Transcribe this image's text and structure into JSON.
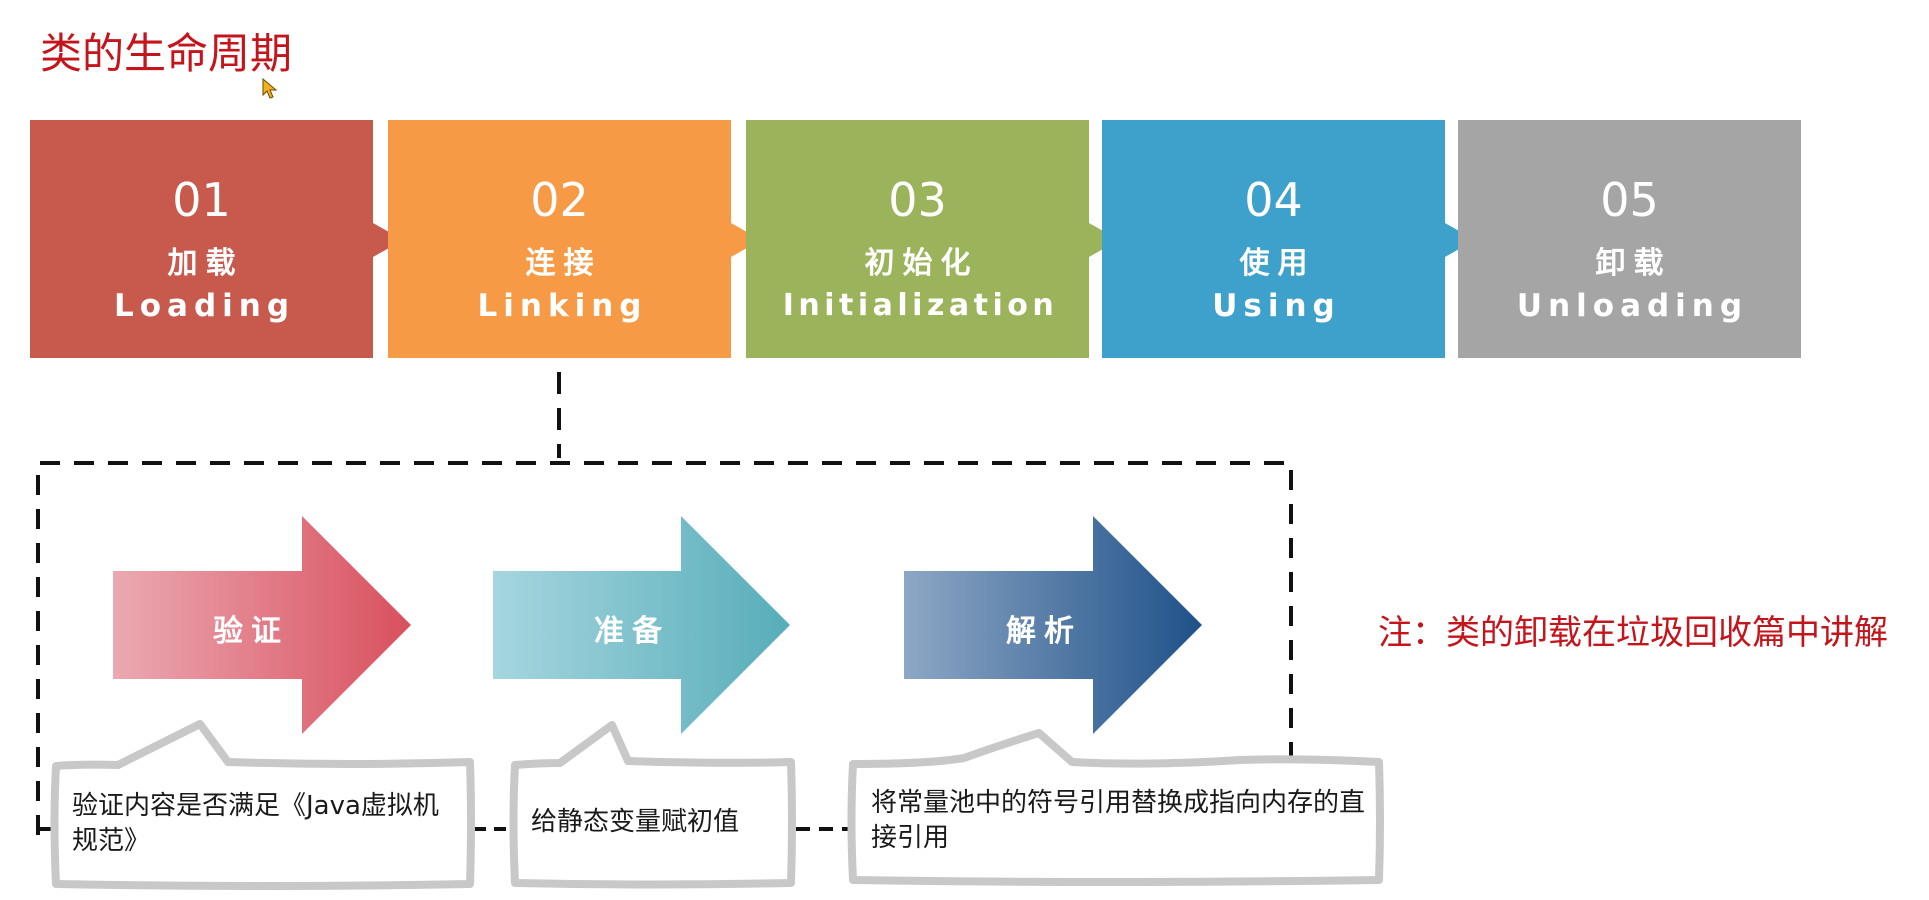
{
  "title": "类的生命周期",
  "stages": [
    {
      "number": "01",
      "name_cn": "加载",
      "name_en": "Loading",
      "color": "#c85a4d"
    },
    {
      "number": "02",
      "name_cn": "连接",
      "name_en": "Linking",
      "color": "#f79a45"
    },
    {
      "number": "03",
      "name_cn": "初始化",
      "name_en": "Initialization",
      "color": "#9bb35a"
    },
    {
      "number": "04",
      "name_cn": "使用",
      "name_en": "Using",
      "color": "#3ea1cb"
    },
    {
      "number": "05",
      "name_cn": "卸载",
      "name_en": "Unloading",
      "color": "#a5a5a5"
    }
  ],
  "linking_steps": [
    {
      "label": "验证",
      "description": "验证内容是否满足《Java虚拟机规范》",
      "color_start": "#eba9b2",
      "color_end": "#d9505e"
    },
    {
      "label": "准备",
      "description": "给静态变量赋初值",
      "color_start": "#a6d6df",
      "color_end": "#57adb9"
    },
    {
      "label": "解析",
      "description": "将常量池中的符号引用替换成指向内存的直接引用",
      "color_start": "#8ea7c5",
      "color_end": "#1e5189"
    }
  ],
  "note": "注：类的卸载在垃圾回收篇中讲解",
  "colors": {
    "title": "#c3151b",
    "note": "#c3151b",
    "dashed_line": "#111111",
    "callout_border": "#c8c8c8"
  },
  "icons": {
    "cursor": "mouse-pointer-icon"
  }
}
